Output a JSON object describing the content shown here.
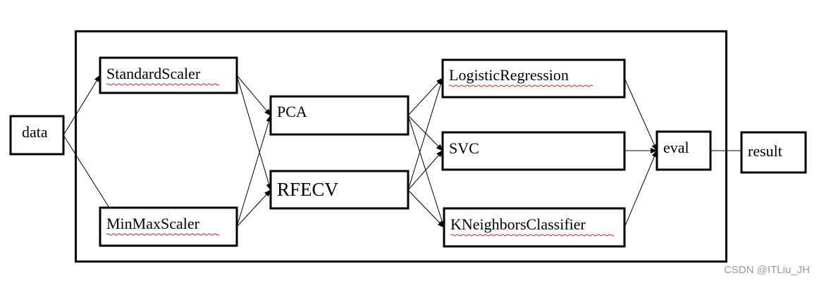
{
  "nodes": {
    "data": {
      "label": "data"
    },
    "standard_scaler": {
      "label": "StandardScaler"
    },
    "minmax_scaler": {
      "label": "MinMaxScaler"
    },
    "pca": {
      "label": "PCA"
    },
    "rfecv": {
      "label": "RFECV"
    },
    "logistic_regression": {
      "label": "LogisticRegression"
    },
    "svc": {
      "label": "SVC"
    },
    "kneighbors_classifier": {
      "label": "KNeighborsClassifier"
    },
    "eval": {
      "label": "eval"
    },
    "result": {
      "label": "result"
    }
  },
  "edges": [
    {
      "from": "data",
      "to": "standard_scaler",
      "arrow": true
    },
    {
      "from": "data",
      "to": "minmax_scaler",
      "arrow": false
    },
    {
      "from": "standard_scaler",
      "to": "pca",
      "arrow": true
    },
    {
      "from": "standard_scaler",
      "to": "rfecv",
      "arrow": true
    },
    {
      "from": "minmax_scaler",
      "to": "pca",
      "arrow": true
    },
    {
      "from": "minmax_scaler",
      "to": "rfecv",
      "arrow": true
    },
    {
      "from": "pca",
      "to": "logistic_regression",
      "arrow": true
    },
    {
      "from": "pca",
      "to": "svc",
      "arrow": true
    },
    {
      "from": "pca",
      "to": "kneighbors_classifier",
      "arrow": true
    },
    {
      "from": "rfecv",
      "to": "logistic_regression",
      "arrow": true
    },
    {
      "from": "rfecv",
      "to": "svc",
      "arrow": true
    },
    {
      "from": "rfecv",
      "to": "kneighbors_classifier",
      "arrow": true
    },
    {
      "from": "logistic_regression",
      "to": "eval",
      "arrow": true
    },
    {
      "from": "svc",
      "to": "eval",
      "arrow": true
    },
    {
      "from": "kneighbors_classifier",
      "to": "eval",
      "arrow": true
    },
    {
      "from": "eval",
      "to": "result",
      "arrow": false
    }
  ],
  "watermark": "CSDN @ITLiu_JH"
}
